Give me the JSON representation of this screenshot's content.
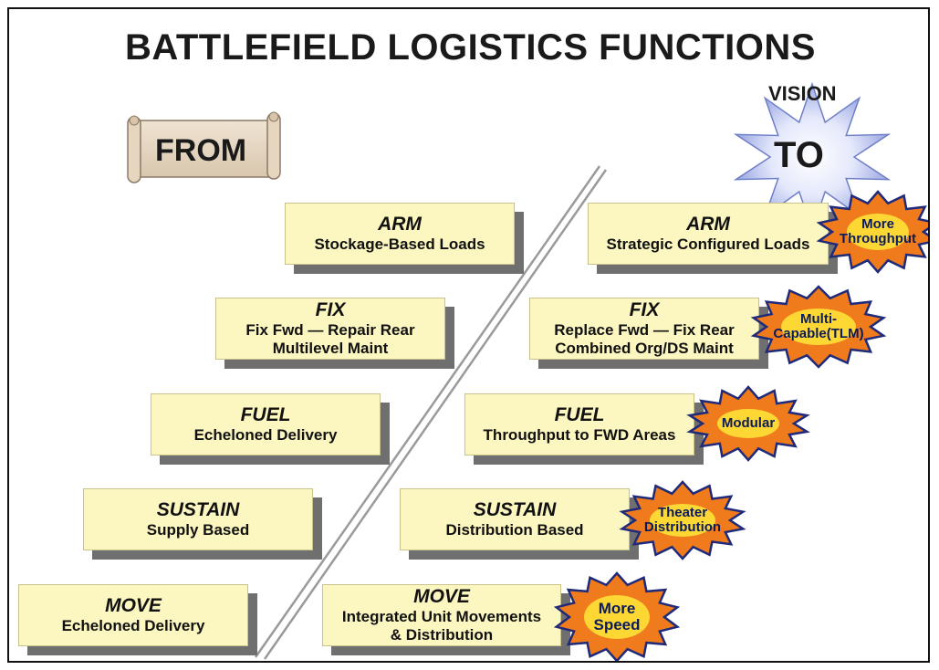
{
  "title": "BATTLEFIELD LOGISTICS FUNCTIONS",
  "from_label": "FROM",
  "vision_label": "VISION",
  "to_label": "TO",
  "from_boxes": [
    {
      "head": "ARM",
      "lines": [
        "Stockage-Based Loads"
      ]
    },
    {
      "head": "FIX",
      "lines": [
        "Fix Fwd — Repair Rear",
        "Multilevel Maint"
      ]
    },
    {
      "head": "FUEL",
      "lines": [
        "Echeloned Delivery"
      ]
    },
    {
      "head": "SUSTAIN",
      "lines": [
        "Supply Based"
      ]
    },
    {
      "head": "MOVE",
      "lines": [
        "Echeloned Delivery"
      ]
    }
  ],
  "to_boxes": [
    {
      "head": "ARM",
      "lines": [
        "Strategic Configured Loads"
      ]
    },
    {
      "head": "FIX",
      "lines": [
        "Replace Fwd — Fix Rear",
        "Combined Org/DS Maint"
      ]
    },
    {
      "head": "FUEL",
      "lines": [
        "Throughput to FWD Areas"
      ]
    },
    {
      "head": "SUSTAIN",
      "lines": [
        "Distribution Based"
      ]
    },
    {
      "head": "MOVE",
      "lines": [
        "Integrated Unit Movements",
        "& Distribution"
      ]
    }
  ],
  "bursts": [
    {
      "lines": [
        "More",
        "Throughput"
      ]
    },
    {
      "lines": [
        "Multi-",
        "Capable(TLM)"
      ]
    },
    {
      "lines": [
        "Modular"
      ]
    },
    {
      "lines": [
        "Theater",
        "Distribution"
      ]
    },
    {
      "lines": [
        "More",
        "Speed"
      ]
    }
  ],
  "colors": {
    "box_fill": "#fcf6c0",
    "box_shadow": "#6f6f6f",
    "burst_fill": "#f07b1c",
    "burst_core": "#ffe838",
    "burst_outline": "#1f2a7a",
    "vision_star": "#b9c2f0"
  }
}
